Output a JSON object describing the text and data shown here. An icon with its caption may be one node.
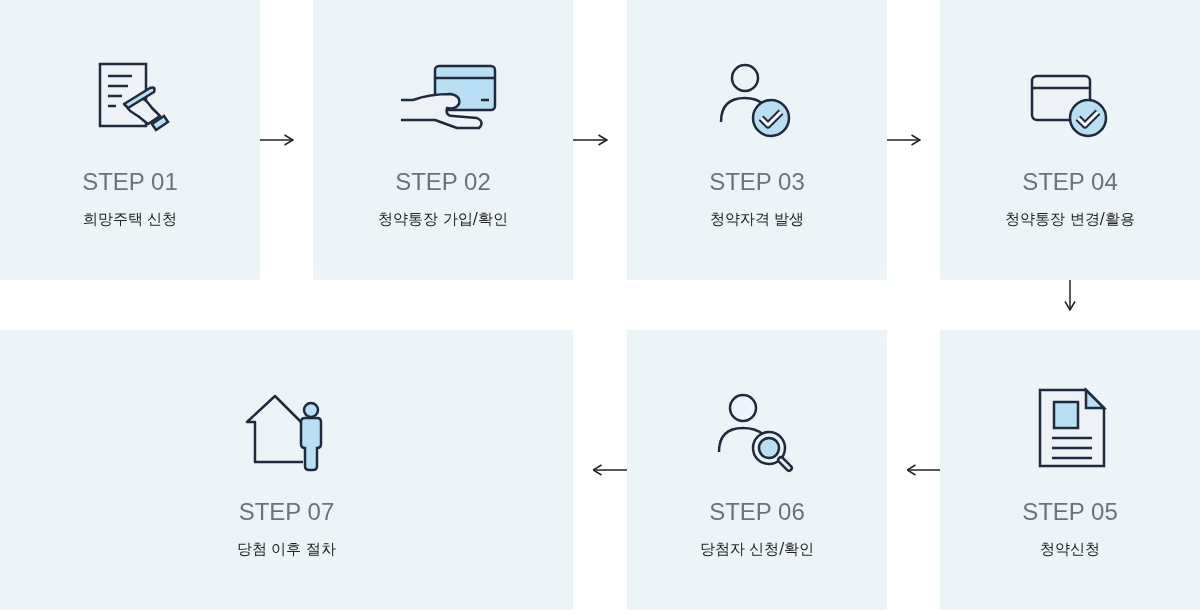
{
  "diagram": {
    "nodes": [
      {
        "text": [
          "STEP 01",
          "희망주택 신청"
        ]
      },
      {
        "text": [
          "STEP 02",
          "청약통장 가입/확인"
        ]
      },
      {
        "text": [
          "STEP 03",
          "청약자격 발생"
        ]
      },
      {
        "text": [
          "STEP 04",
          "청약통장 변경/활용"
        ]
      },
      {
        "text": [
          "STEP 05",
          "청약신청"
        ]
      },
      {
        "text": [
          "STEP 06",
          "당첨자 신청/확인"
        ]
      },
      {
        "text": [
          "STEP 07",
          "당첨 이후 절차"
        ]
      }
    ],
    "edges": [
      {
        "from": 0,
        "to": 1,
        "arrow": "to"
      },
      {
        "from": 1,
        "to": 2,
        "arrow": "to"
      },
      {
        "from": 2,
        "to": 3,
        "arrow": "to"
      },
      {
        "from": 3,
        "to": 4,
        "arrow": "to"
      },
      {
        "from": 4,
        "to": 5,
        "arrow": "to"
      },
      {
        "from": 5,
        "to": 6,
        "arrow": "to"
      }
    ]
  }
}
